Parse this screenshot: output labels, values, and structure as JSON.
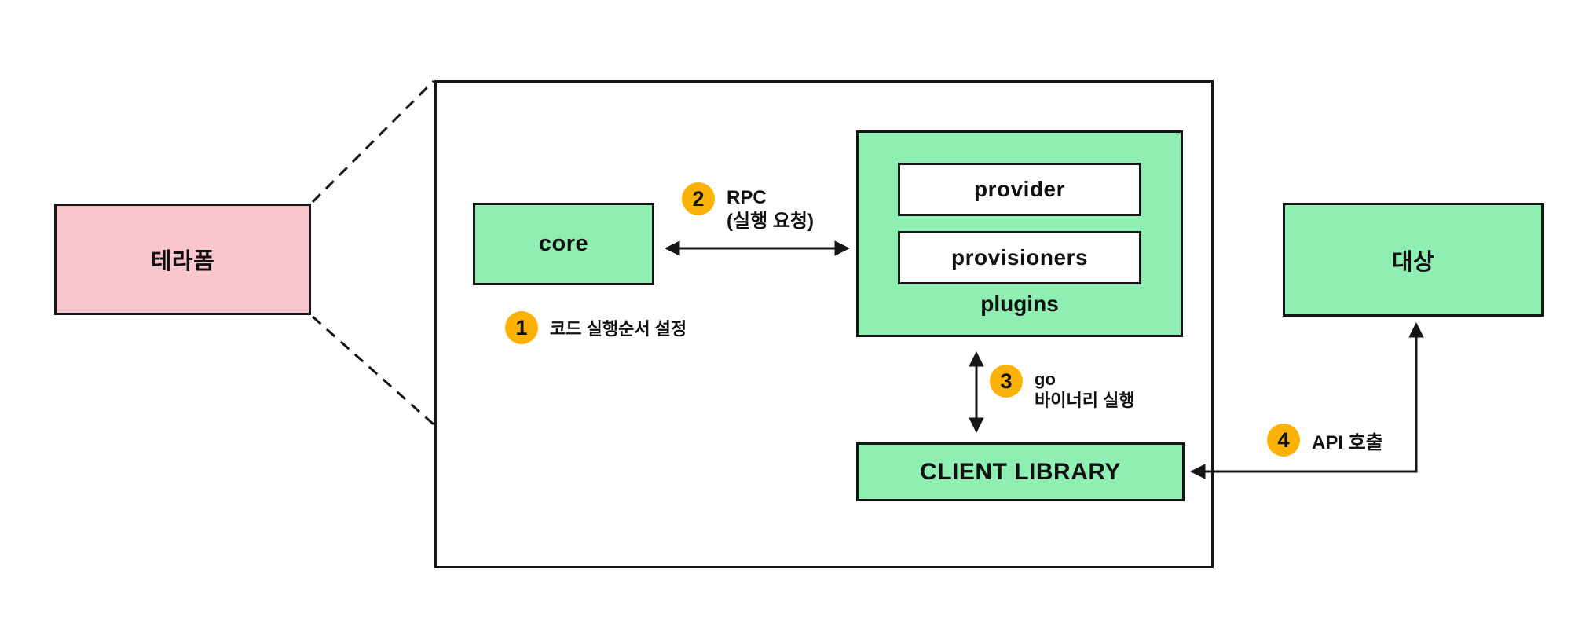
{
  "colors": {
    "green": "#8FEFB2",
    "pink": "#F9C5CD",
    "badge_orange": "#FBB105",
    "line": "#161616"
  },
  "nodes": {
    "terraform": {
      "label": "테라폼"
    },
    "core": {
      "label": "core"
    },
    "provider": {
      "label": "provider"
    },
    "provisioners": {
      "label": "provisioners"
    },
    "plugins": {
      "label": "plugins"
    },
    "client_library": {
      "label": "CLIENT LIBRARY"
    },
    "target": {
      "label": "대상"
    }
  },
  "annotations": {
    "step1": {
      "num": "1",
      "line1": "코드 실행순서 설정"
    },
    "step2": {
      "num": "2",
      "line1": "RPC",
      "line2": "(실행 요청)"
    },
    "step3": {
      "num": "3",
      "line1": "go",
      "line2": "바이너리 실행"
    },
    "step4": {
      "num": "4",
      "line1": "API 호출"
    }
  },
  "connectors": {
    "dashed_top": "terraform-to-container-top",
    "dashed_bottom": "terraform-to-container-bottom",
    "rpc_arrow": "core-plugins-bidirectional",
    "binary_arrow": "plugins-clientlibrary-bidirectional",
    "api_arrow": "clientlibrary-target-elbow"
  }
}
